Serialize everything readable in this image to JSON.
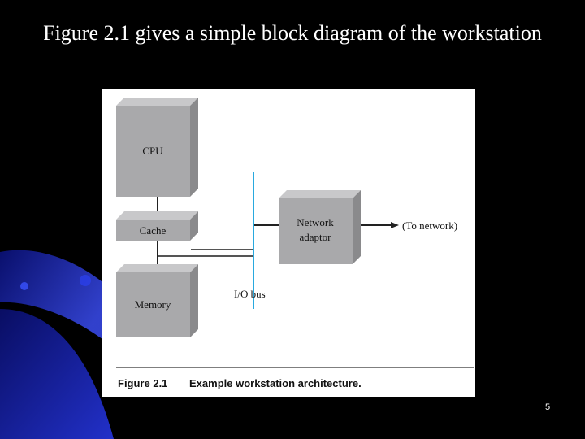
{
  "slide": {
    "title": "Figure 2.1 gives a simple block diagram of the  workstation",
    "page_number": "5"
  },
  "diagram": {
    "blocks": {
      "cpu": "CPU",
      "cache": "Cache",
      "memory": "Memory",
      "network_adaptor_line1": "Network",
      "network_adaptor_line2": "adaptor"
    },
    "labels": {
      "io_bus": "I/O bus",
      "to_network": "(To network)"
    },
    "caption": {
      "number": "Figure 2.1",
      "text": "Example workstation architecture."
    }
  },
  "colors": {
    "background": "#000000",
    "title_text": "#ffffff",
    "block_front": "#a9a9ab",
    "block_top": "#c8c8ca",
    "block_side": "#8a8a8c",
    "io_bus": "#29a9df",
    "connector": "#222222",
    "accent_blue": "#1a2ec8"
  }
}
